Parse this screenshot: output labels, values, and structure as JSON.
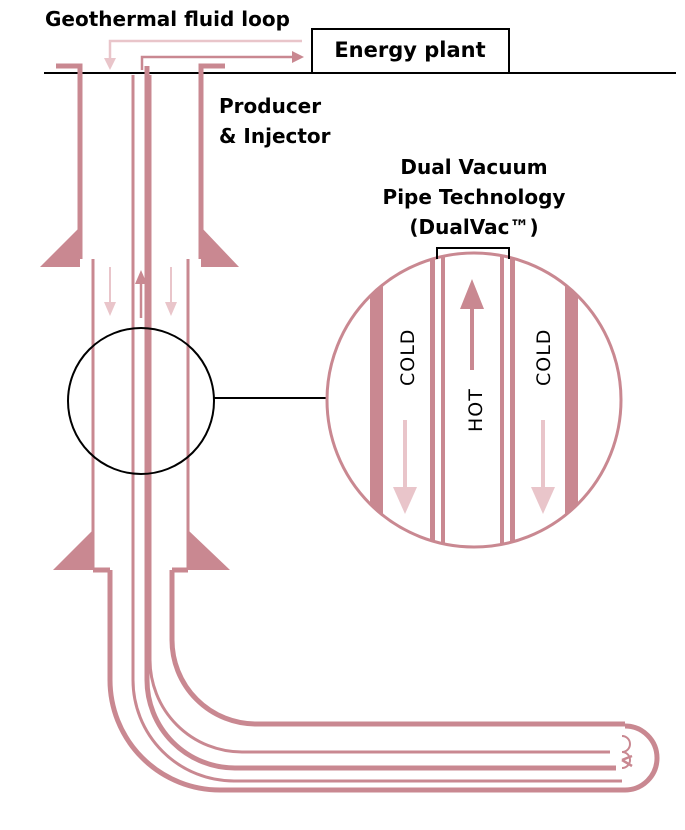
{
  "labels": {
    "fluid_loop": "Geothermal fluid loop",
    "energy_plant": "Energy plant",
    "producer_line1": "Producer",
    "producer_line2": "& Injector",
    "dualvac_line1": "Dual Vacuum",
    "dualvac_line2": "Pipe Technology",
    "dualvac_line3": "(DualVac™)",
    "cold_left": "COLD",
    "hot": "HOT",
    "cold_right": "COLD"
  },
  "colors": {
    "pipe": "#c98891",
    "pipe_light": "#e9c5ca",
    "line": "#000000",
    "background": "#ffffff"
  }
}
